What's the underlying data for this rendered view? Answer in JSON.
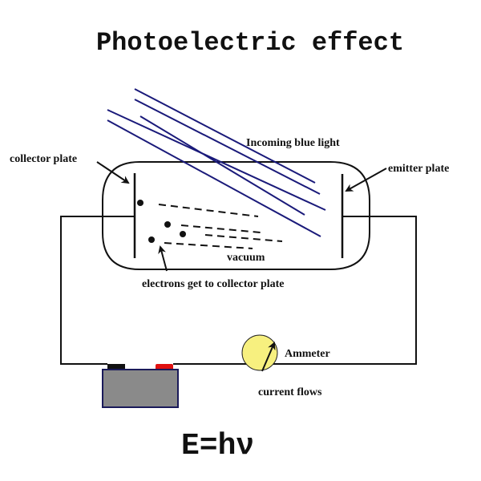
{
  "title": "Photoelectric effect",
  "formula": "E=hν",
  "labels": {
    "incoming_light": "Incoming blue light",
    "collector_plate": "collector plate",
    "emitter_plate": "emitter plate",
    "vacuum": "vacuum",
    "electrons": "electrons get to collector plate",
    "ammeter": "Ammeter",
    "current": "current flows"
  },
  "colors": {
    "light_rays": "#1a1a7a",
    "ammeter_fill": "#f7f07f",
    "battery_body": "#8a8a8a",
    "battery_border": "#1a1a5a",
    "battery_negative_terminal": "#111111",
    "battery_positive_terminal": "#e01010"
  },
  "components": {
    "light_ray_count": 5,
    "electron_count": 4,
    "electron_trail_count": 4
  }
}
